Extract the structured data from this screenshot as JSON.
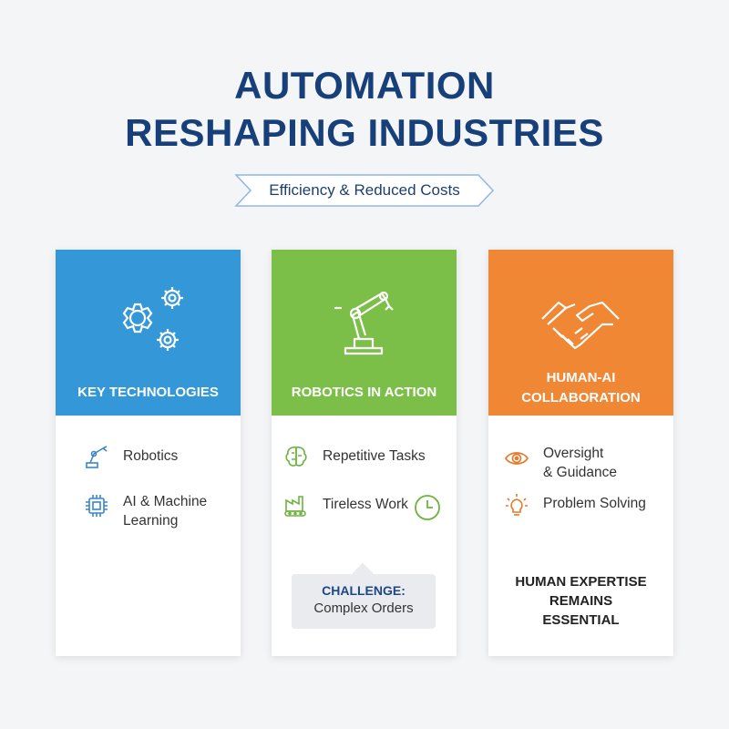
{
  "header": {
    "title_line1": "AUTOMATION",
    "title_line2": "RESHAPING INDUSTRIES",
    "subtitle": "Efficiency & Reduced Costs"
  },
  "colors": {
    "title": "#17407a",
    "tech": "#3498d8",
    "robotics": "#7cbf48",
    "collab": "#ef8734"
  },
  "cards": {
    "tech": {
      "label": "KEY TECHNOLOGIES",
      "icon": "gears-icon",
      "items": [
        {
          "icon": "robot-arm-icon",
          "text": "Robotics"
        },
        {
          "icon": "chip-icon",
          "line1": "AI & Machine",
          "line2": "Learning"
        }
      ]
    },
    "robotics": {
      "label": "ROBOTICS IN ACTION",
      "icon": "industrial-robot-icon",
      "items": [
        {
          "icon": "brain-icon",
          "text": "Repetitive Tasks"
        },
        {
          "icon": "factory-icon",
          "text": "Tireless Work",
          "extra_icon": "clock-icon"
        }
      ],
      "challenge": {
        "key": "CHALLENGE:",
        "value": "Complex Orders"
      }
    },
    "collab": {
      "label_line1": "HUMAN-AI",
      "label_line2": "COLLABORATION",
      "icon": "handshake-icon",
      "items": [
        {
          "icon": "eye-icon",
          "line1": "Oversight",
          "line2": "& Guidance"
        },
        {
          "icon": "lightbulb-icon",
          "text": "Problem Solving"
        }
      ],
      "footer_line1": "HUMAN EXPERTISE",
      "footer_line2": "REMAINS",
      "footer_line3": "ESSENTIAL"
    }
  }
}
